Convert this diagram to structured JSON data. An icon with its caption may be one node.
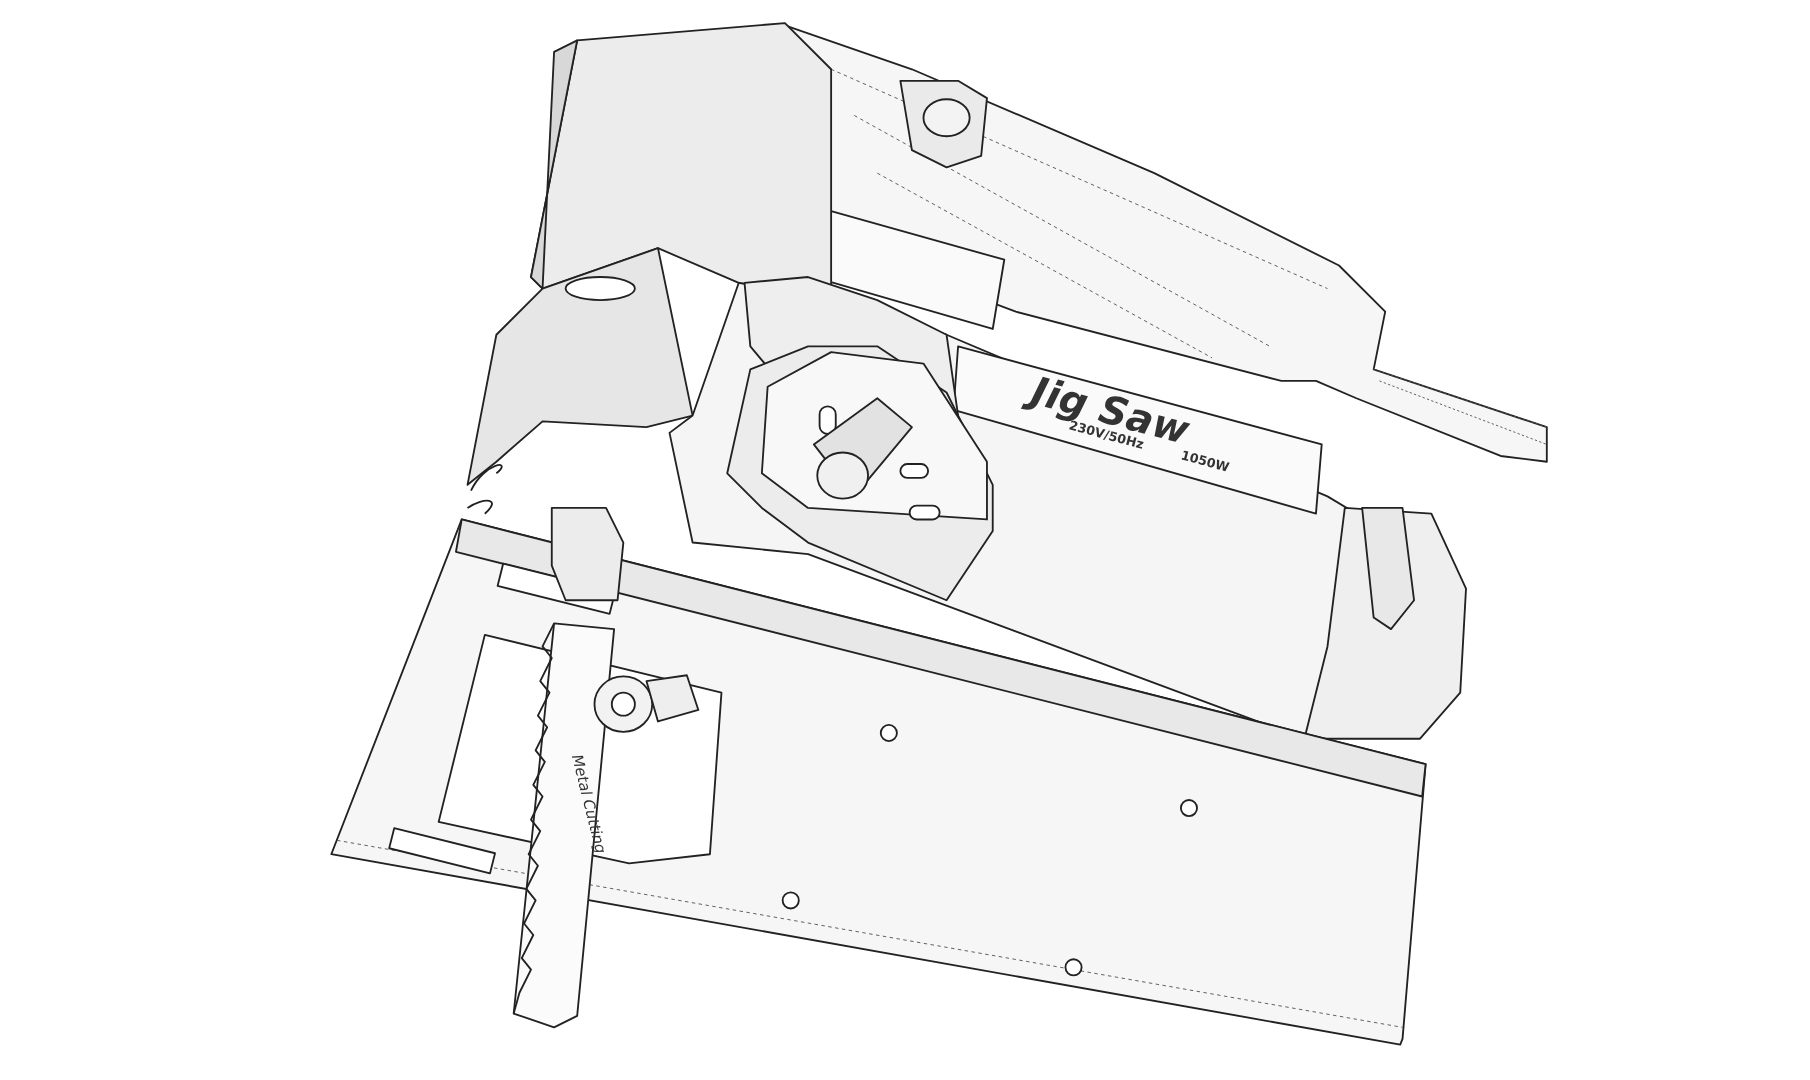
{
  "diagram": {
    "labels": [
      "Jig Saw",
      "230V/50Hz",
      "1050W",
      "Metal Cutting"
    ]
  }
}
